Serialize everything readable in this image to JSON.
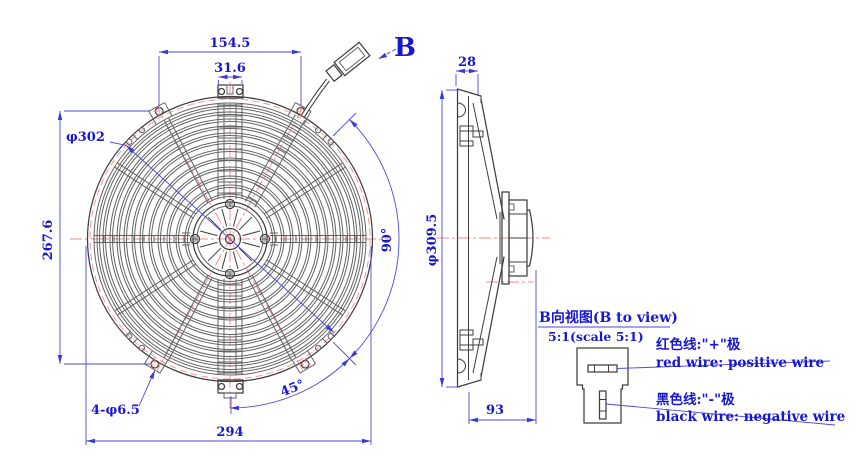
{
  "drawing": {
    "front_view": {
      "dims": {
        "hole_span_horizontal": "154.5",
        "top_tab_width": "31.6",
        "bolt_circle_diameter": "φ302",
        "hole_span_vertical": "267.6",
        "mounting_holes": "4-φ6.5",
        "overall_width": "294",
        "angle_between_holes": "90°",
        "angle_to_bottom": "45°"
      },
      "wire_view_label": "B"
    },
    "side_view": {
      "dims": {
        "flange_depth": "28",
        "outer_diameter": "φ309.5",
        "overall_depth": "93"
      }
    },
    "detail_view": {
      "title": "B向视图(B to view)",
      "scale": "5:1(scale 5:1)",
      "positive_cn": "红色线:\"+\"极",
      "positive_en": "red wire: positive wire",
      "negative_cn": "黑色线:\"-\"极",
      "negative_en": "black wire: negative wire"
    },
    "colors": {
      "dimension_text": "#1717cf",
      "dimension_line": "#4a4ada",
      "object_line": "#3f3f3f",
      "center_line": "#f08a8a",
      "background": "#ffffff"
    }
  }
}
